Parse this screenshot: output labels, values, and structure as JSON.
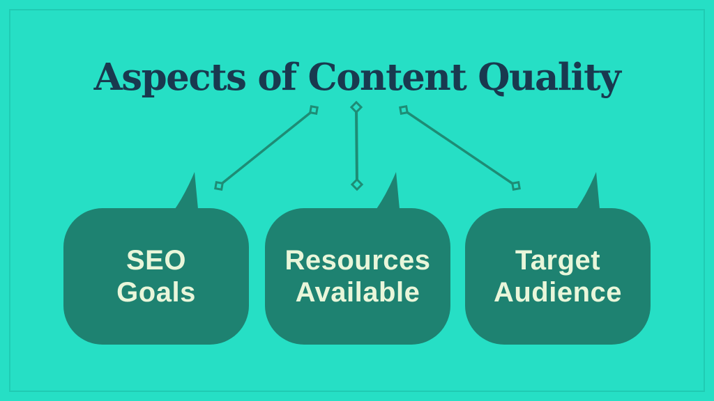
{
  "title": {
    "text": "Aspects of Content Quality"
  },
  "bubbles": [
    {
      "name": "seo-goals",
      "line1": "SEO",
      "line2": "Goals"
    },
    {
      "name": "resources-available",
      "line1": "Resources",
      "line2": "Available"
    },
    {
      "name": "target-audience",
      "line1": "Target",
      "line2": "Audience"
    }
  ],
  "colors": {
    "background": "#26dfc5",
    "frame_border": "#20cbb3",
    "bubble_fill": "#1e8271",
    "bubble_text": "#e9f6da",
    "title_text": "#19394f",
    "connector": "#1e8c75"
  }
}
